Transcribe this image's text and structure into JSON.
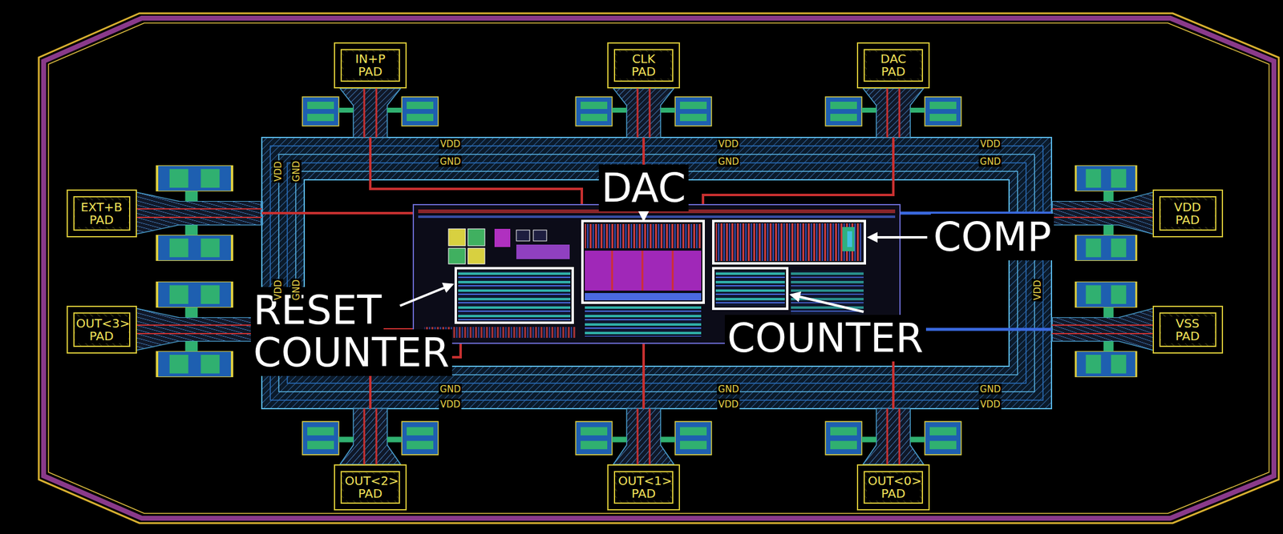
{
  "diagram": {
    "nodes": [
      {
        "text": [
          "IN+P PAD"
        ]
      },
      {
        "text": [
          "CLK PAD"
        ]
      },
      {
        "text": [
          "DAC PAD"
        ]
      },
      {
        "text": [
          "EXT+B PAD"
        ]
      },
      {
        "text": [
          "VDD PAD"
        ]
      },
      {
        "text": [
          "OUT<3> PAD"
        ]
      },
      {
        "text": [
          "VSS PAD"
        ]
      },
      {
        "text": [
          "OUT<2> PAD"
        ]
      },
      {
        "text": [
          "OUT<1> PAD"
        ]
      },
      {
        "text": [
          "OUT<0> PAD"
        ]
      }
    ],
    "labels": [
      "DAC",
      "COMP",
      "RESET COUNTER",
      "COUNTER",
      "VDD",
      "VDD",
      "VDD",
      "GND",
      "GND",
      "GND",
      "GND",
      "GND",
      "GND",
      "VDD",
      "VDD",
      "VDD",
      "VDD",
      "GND",
      "VDD",
      "GND",
      "VDD"
    ]
  }
}
